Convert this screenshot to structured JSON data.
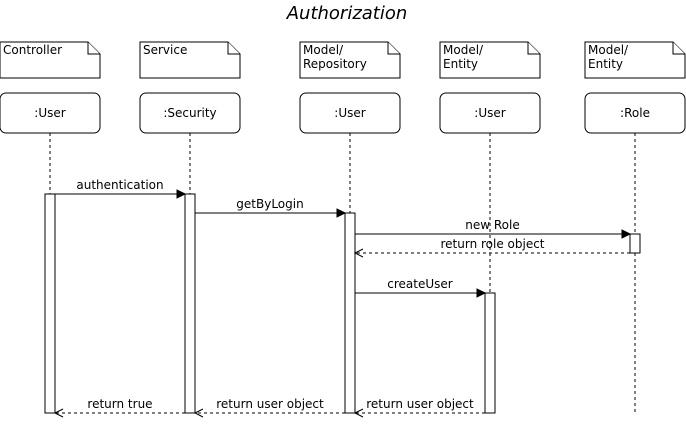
{
  "title": "Authorization",
  "participants": [
    {
      "note": [
        "Controller"
      ],
      "head": ":User"
    },
    {
      "note": [
        "Service"
      ],
      "head": ":Security"
    },
    {
      "note": [
        "Model/",
        "Repository"
      ],
      "head": ":User"
    },
    {
      "note": [
        "Model/",
        "Entity"
      ],
      "head": ":User"
    },
    {
      "note": [
        "Model/",
        "Entity"
      ],
      "head": ":Role"
    }
  ],
  "messages": [
    {
      "from": 0,
      "to": 1,
      "label": "authentication",
      "kind": "sync"
    },
    {
      "from": 1,
      "to": 2,
      "label": "getByLogin",
      "kind": "sync"
    },
    {
      "from": 2,
      "to": 4,
      "label": "new Role",
      "kind": "sync"
    },
    {
      "from": 4,
      "to": 2,
      "label": "return role object",
      "kind": "return"
    },
    {
      "from": 2,
      "to": 3,
      "label": "createUser",
      "kind": "sync"
    },
    {
      "from": 3,
      "to": 2,
      "label": "return user object",
      "kind": "return"
    },
    {
      "from": 2,
      "to": 1,
      "label": "return user object",
      "kind": "return"
    },
    {
      "from": 1,
      "to": 0,
      "label": "return true",
      "kind": "return"
    }
  ]
}
